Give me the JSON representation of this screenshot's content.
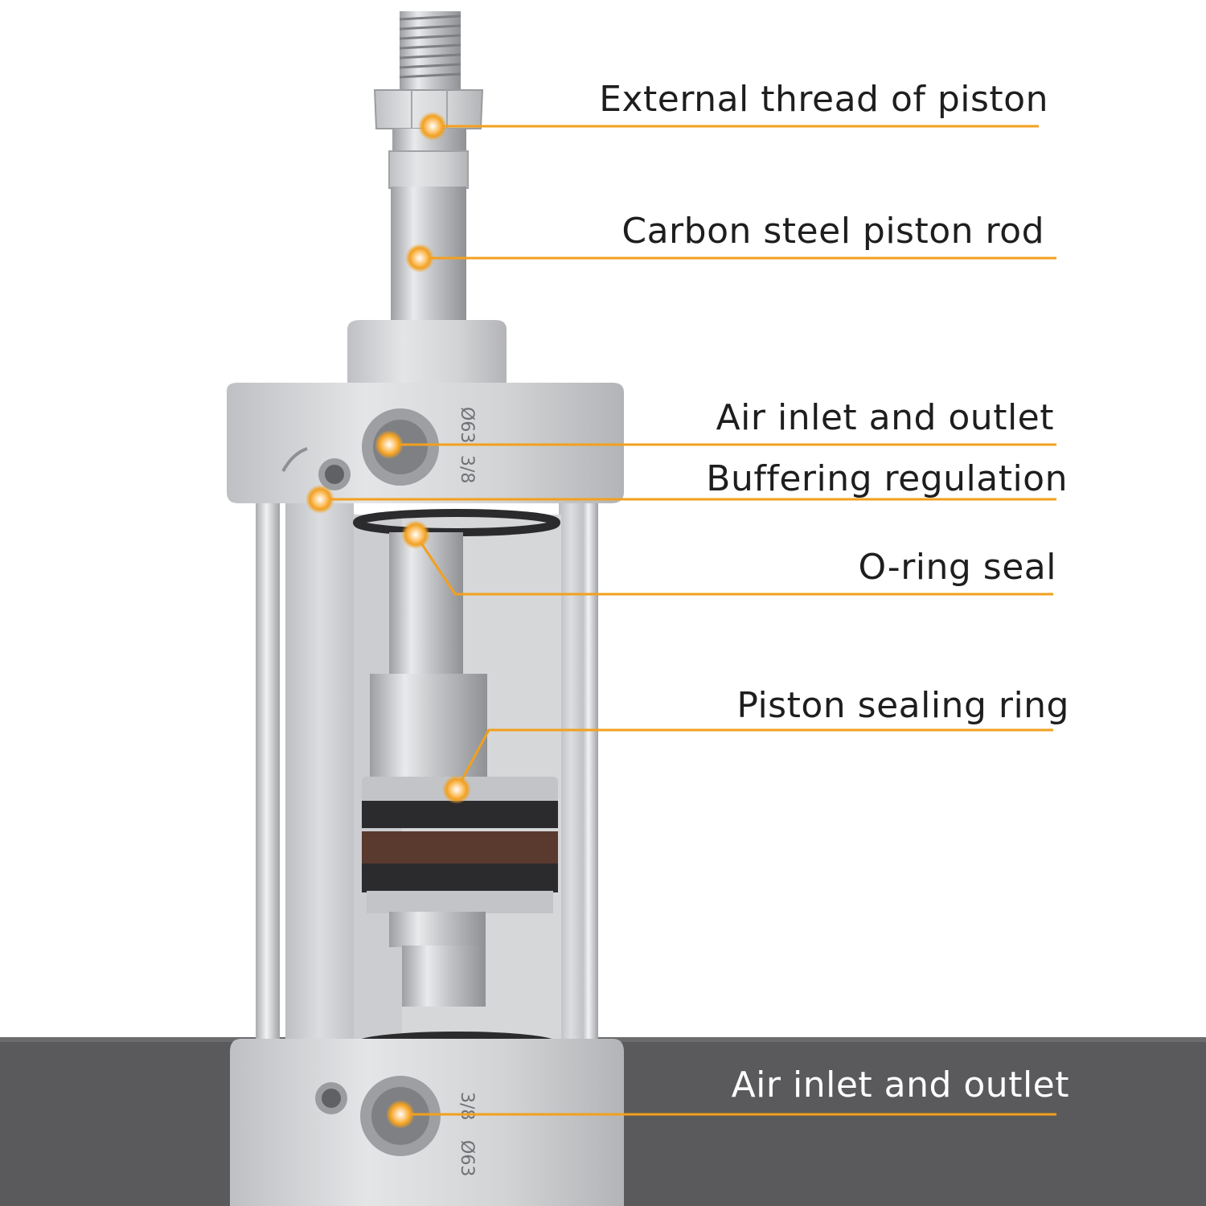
{
  "colors": {
    "accent": "#f2a01e",
    "floor": "#5a5a5c",
    "aluminum": "#c9cacc",
    "steel": "#b8babd",
    "seal_brown": "#5a3a2e",
    "seal_black": "#2b2b2d"
  },
  "callouts": [
    {
      "label": "External thread of piston",
      "part": "external-thread"
    },
    {
      "label": "Carbon steel piston rod",
      "part": "piston-rod"
    },
    {
      "label": "Air inlet and outlet",
      "part": "upper-port"
    },
    {
      "label": "Buffering regulation",
      "part": "cushion-screw"
    },
    {
      "label": "O-ring seal",
      "part": "o-ring"
    },
    {
      "label": "Piston sealing ring",
      "part": "piston-seal"
    },
    {
      "label": "Air inlet and outlet",
      "part": "lower-port"
    }
  ],
  "engravings": {
    "bore": "Ø63",
    "port_size": "3/8"
  }
}
